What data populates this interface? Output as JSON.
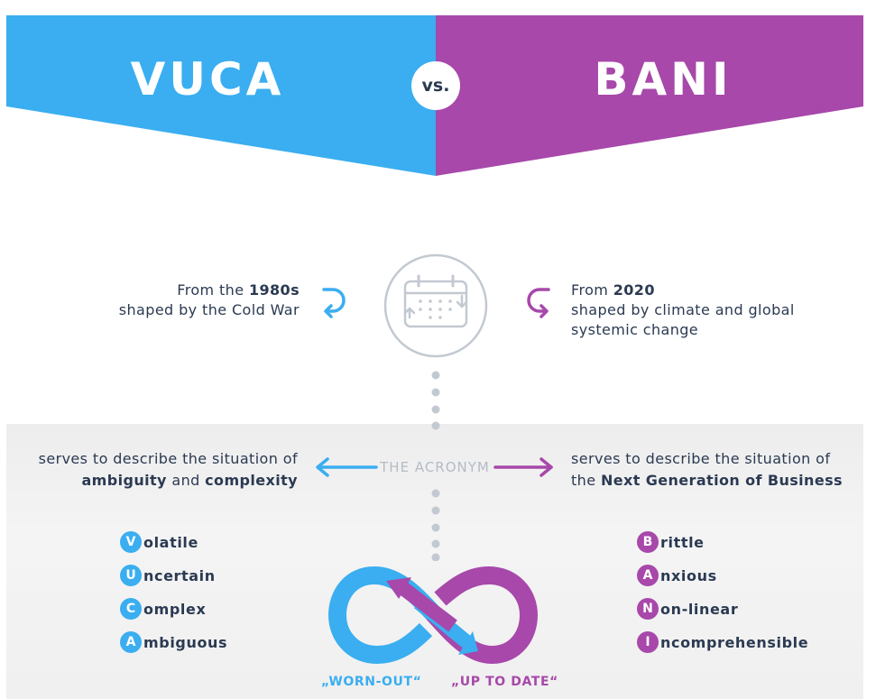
{
  "header": {
    "left_title": "VUCA",
    "right_title": "BANI",
    "vs_label": "vs.",
    "left_color": "#3aaef0",
    "right_color": "#a748aa"
  },
  "eras": {
    "left": {
      "prefix": "From the ",
      "year": "1980s",
      "line2": "shaped by the Cold War"
    },
    "right": {
      "prefix": "From ",
      "year": "2020",
      "line2": "shaped by climate and global",
      "line3": "systemic change"
    }
  },
  "center_icon": "calendar-refresh-icon",
  "acronym_label": "THE ACRONYM",
  "descriptions": {
    "left": {
      "line1": "serves to describe the situation of",
      "bold1": "ambiguity",
      "and": " and ",
      "bold2": "complexity"
    },
    "right": {
      "line1": "serves to describe the situation of",
      "prefix": "the ",
      "bold": "Next Generation of Business"
    }
  },
  "vuca_letters": [
    {
      "letter": "V",
      "rest": "olatile"
    },
    {
      "letter": "U",
      "rest": "ncertain"
    },
    {
      "letter": "C",
      "rest": "omplex"
    },
    {
      "letter": "A",
      "rest": "mbiguous"
    }
  ],
  "bani_letters": [
    {
      "letter": "B",
      "rest": "rittle"
    },
    {
      "letter": "A",
      "rest": "nxious"
    },
    {
      "letter": "N",
      "rest": "on-linear"
    },
    {
      "letter": "I",
      "rest": "ncomprehensible"
    }
  ],
  "loop_labels": {
    "left": "„WORN-OUT“",
    "right": "„UP TO DATE“"
  }
}
